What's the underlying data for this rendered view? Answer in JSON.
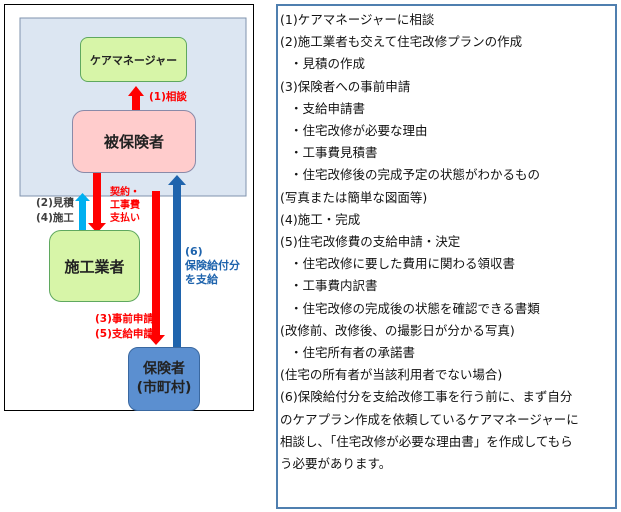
{
  "diagram": {
    "nodes": {
      "care_manager": "ケアマネージャー",
      "insured": "被保険者",
      "contractor": "施工業者",
      "insurer_line1": "保険者",
      "insurer_line2": "(市町村)"
    },
    "labels": {
      "consult": "(1)相談",
      "estimate": "(2)見積",
      "construction": "(4)施工",
      "contract_line1": "契約・",
      "contract_line2": "工事費",
      "contract_line3": "支払い",
      "prior_application": "(3)事前申請",
      "payment_application": "(5)支給申請",
      "benefit_num": "(6)",
      "benefit_line1": "保険給付分",
      "benefit_line2": "を支給"
    },
    "colors": {
      "red_arrow": "#ff0000",
      "light_blue_arrow": "#00b0f0",
      "dark_blue_arrow": "#1f64ad",
      "region_fill": "#dce6f2",
      "care_manager_fill": "#d7f5a8",
      "insured_fill": "#ffcccc",
      "contractor_fill": "#d7f5a8",
      "insurer_fill": "#5b8fd0"
    }
  },
  "steps": [
    {
      "text": "(1)ケアマネージャーに相談",
      "indent": false
    },
    {
      "text": "(2)施工業者も交えて住宅改修プランの作成",
      "indent": false
    },
    {
      "text": "・見積の作成",
      "indent": true
    },
    {
      "text": "(3)保険者への事前申請",
      "indent": false
    },
    {
      "text": "・支給申請書",
      "indent": true
    },
    {
      "text": "・住宅改修が必要な理由",
      "indent": true
    },
    {
      "text": "・工事費見積書",
      "indent": true
    },
    {
      "text": "・住宅改修後の完成予定の状態がわかるもの",
      "indent": true
    },
    {
      "text": "(写真または簡単な図面等)",
      "indent": false
    },
    {
      "text": "(4)施工・完成",
      "indent": false
    },
    {
      "text": "(5)住宅改修費の支給申請・決定",
      "indent": false
    },
    {
      "text": "・住宅改修に要した費用に関わる領収書",
      "indent": true
    },
    {
      "text": "・工事費内訳書",
      "indent": true
    },
    {
      "text": "・住宅改修の完成後の状態を確認できる書類",
      "indent": true
    },
    {
      "text": "(改修前、改修後、の撮影日が分かる写真)",
      "indent": false
    },
    {
      "text": "・住宅所有者の承諾書",
      "indent": true
    },
    {
      "text": "(住宅の所有者が当該利用者でない場合)",
      "indent": false
    },
    {
      "text": "(6)保険給付分を支給改修工事を行う前に、まず自分",
      "indent": false
    },
    {
      "text": "のケアプラン作成を依頼しているケアマネージャーに",
      "indent": false
    },
    {
      "text": "相談し、「住宅改修が必要な理由書」を作成してもら",
      "indent": false
    },
    {
      "text": "う必要があります。",
      "indent": false
    }
  ]
}
